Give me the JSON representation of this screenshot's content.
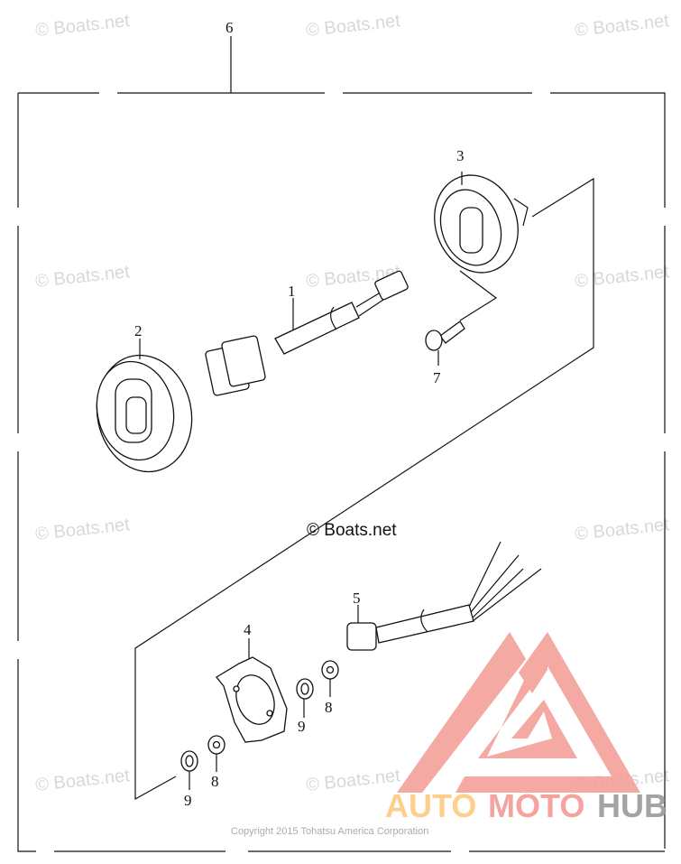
{
  "watermark_text": "© Boats.net",
  "center_watermark": "© Boats.net",
  "copyright": "Copyright 2015 Tohatsu America Corporation",
  "logo": {
    "part1": "AUTO",
    "part2": "MOTO",
    "part3": "HUB",
    "colors": {
      "auto": "#fccb80",
      "moto": "#f49a94",
      "hub": "#9a9a9a",
      "triangle": "#f4a09a"
    }
  },
  "callouts": {
    "c1": "1",
    "c2": "2",
    "c3": "3",
    "c4": "4",
    "c5": "5",
    "c6": "6",
    "c7": "7",
    "c8a": "8",
    "c8b": "8",
    "c9a": "9",
    "c9b": "9"
  }
}
